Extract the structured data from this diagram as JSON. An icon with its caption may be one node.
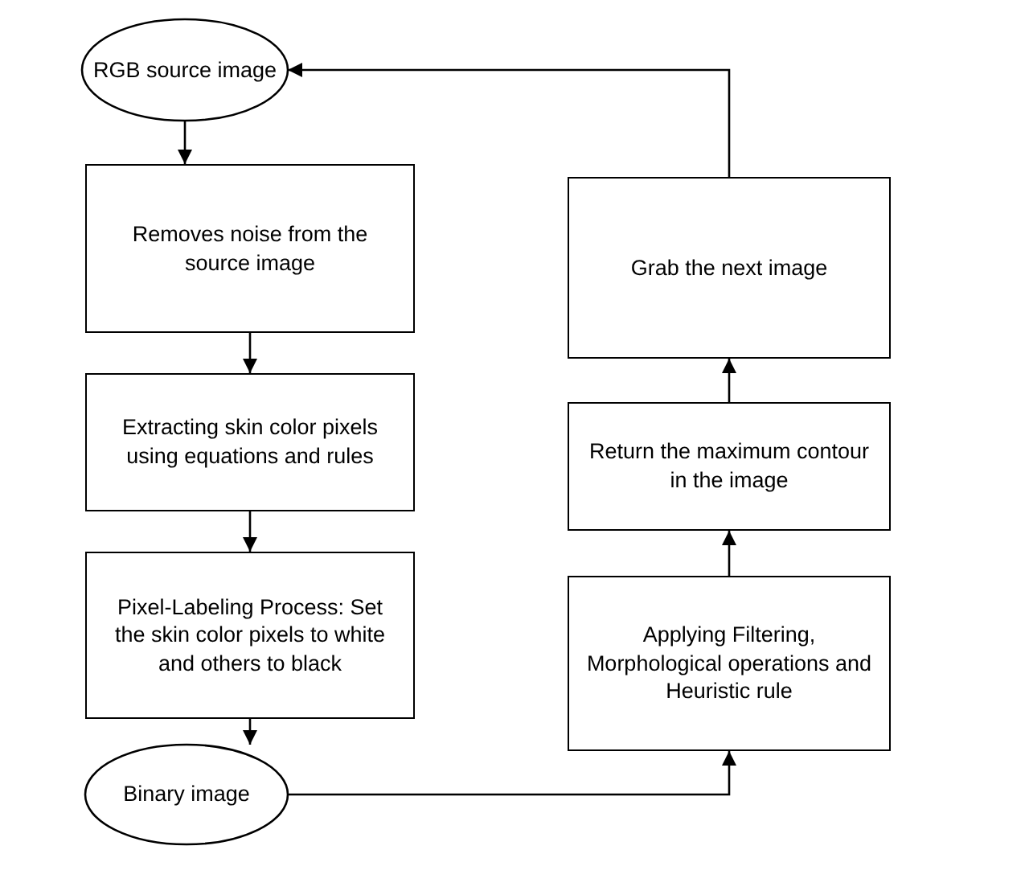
{
  "diagram": {
    "nodes": [
      {
        "text": [
          "RGB source image"
        ]
      },
      {
        "text": [
          "Removes noise from the source image"
        ]
      },
      {
        "text": [
          "Extracting skin color pixels using equations and rules"
        ]
      },
      {
        "text": [
          "Pixel-Labeling Process: Set the skin color pixels to white and others to black"
        ]
      },
      {
        "text": [
          "Binary image"
        ]
      },
      {
        "text": [
          "Grab the next image"
        ]
      },
      {
        "text": [
          "Return the maximum contour in the image"
        ]
      },
      {
        "text": [
          "Applying Filtering, Morphological operations and Heuristic rule"
        ]
      }
    ],
    "edges": [
      {
        "from": 0,
        "to": 1,
        "arrow": "to"
      },
      {
        "from": 1,
        "to": 2,
        "arrow": "to"
      },
      {
        "from": 2,
        "to": 3,
        "arrow": "to"
      },
      {
        "from": 3,
        "to": 4,
        "arrow": "to"
      },
      {
        "from": 4,
        "to": 7,
        "arrow": "to"
      },
      {
        "from": 7,
        "to": 6,
        "arrow": "to"
      },
      {
        "from": 6,
        "to": 5,
        "arrow": "to"
      },
      {
        "from": 5,
        "to": 0,
        "arrow": "to"
      }
    ]
  }
}
